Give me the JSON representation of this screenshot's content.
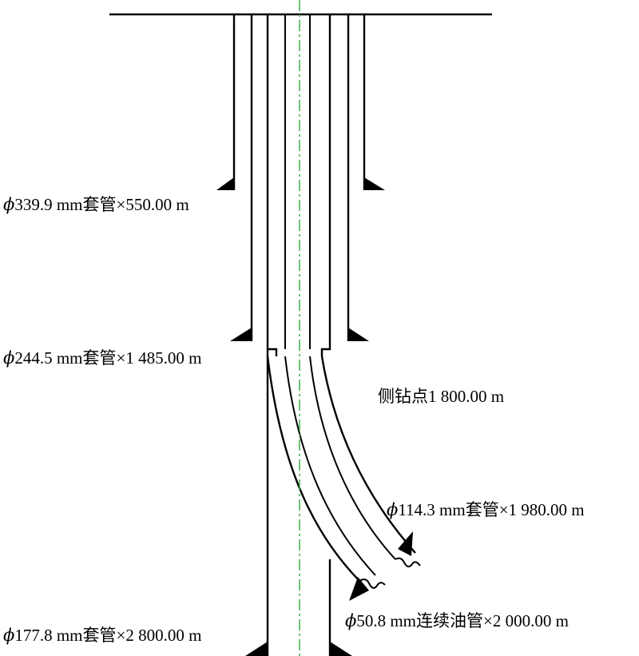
{
  "labels": {
    "casing_339": {
      "phi": "ϕ",
      "text": "339.9 mm套管×550.00 m"
    },
    "casing_244": {
      "phi": "ϕ",
      "text": "244.5 mm套管×1 485.00 m"
    },
    "sidetrack_point": {
      "text": "侧钻点1 800.00 m"
    },
    "casing_114": {
      "phi": "ϕ",
      "text": "114.3 mm套管×1 980.00 m"
    },
    "coiled_tubing_50": {
      "phi": "ϕ",
      "text": "50.8 mm连续油管×2 000.00 m"
    },
    "casing_177": {
      "phi": "ϕ",
      "text": "177.8 mm套管×2 800.00 m"
    }
  },
  "colors": {
    "line": "#000000",
    "centerline": "#3cb043",
    "background": "#ffffff"
  }
}
